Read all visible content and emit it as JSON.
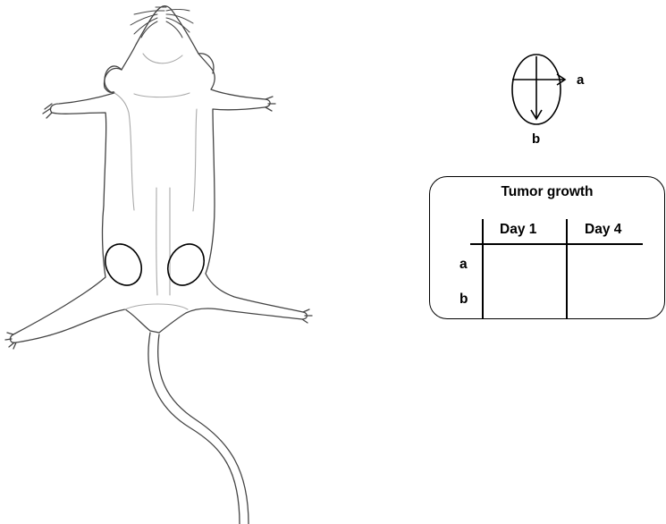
{
  "axis_diagram": {
    "label_a": "a",
    "label_b": "b"
  },
  "tumor_table": {
    "title": "Tumor growth",
    "columns": [
      "Day 1",
      "Day 4"
    ],
    "rows": [
      "a",
      "b"
    ]
  }
}
